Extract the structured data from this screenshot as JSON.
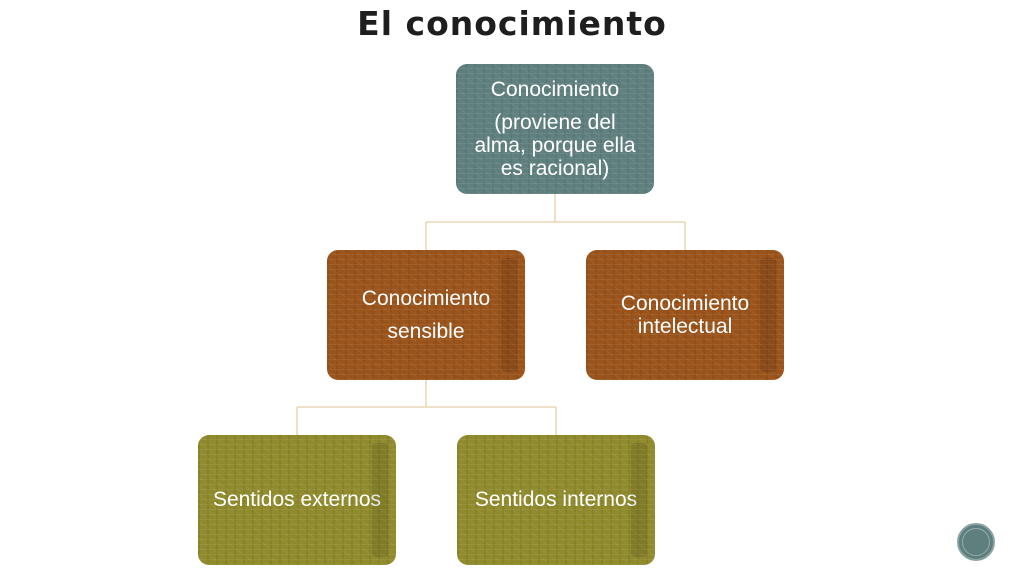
{
  "title": "El conocimiento",
  "diagram": {
    "root": {
      "line1": "Conocimiento",
      "line2": "(proviene del alma, porque ella es racional)"
    },
    "level2": [
      {
        "line1": "Conocimiento",
        "line2": "sensible"
      },
      {
        "line1": "Conocimiento intelectual"
      }
    ],
    "level3": [
      {
        "label": "Sentidos externos"
      },
      {
        "label": "Sentidos internos"
      }
    ]
  },
  "colors": {
    "root": "#5f7f7e",
    "level2": "#9a531a",
    "level3": "#8f8a2c",
    "connector": "#e3cfa8"
  }
}
